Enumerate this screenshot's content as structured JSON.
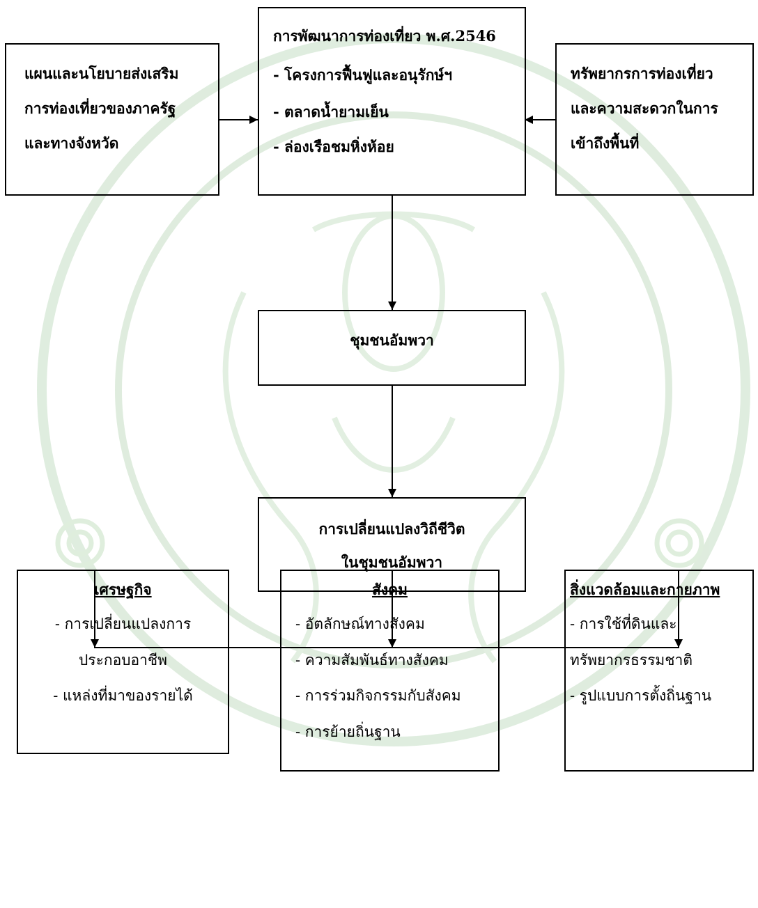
{
  "colors": {
    "stroke": "#000000",
    "watermark": "#d9ead8"
  },
  "watermark": {
    "type": "university-seal",
    "icon": "seal-watermark"
  },
  "boxes": {
    "policy": {
      "lines": [
        "แผนและนโยบายส่งเสริม",
        "การท่องเที่ยวของภาครัฐ",
        "และทางจังหวัด"
      ]
    },
    "development": {
      "lines": [
        "การพัฒนาการท่องเที่ยว พ.ศ.2546",
        "- โครงการฟื้นฟูและอนุรักษ์ฯ",
        "- ตลาดน้ำยามเย็น",
        "- ล่องเรือชมหิ่งห้อย"
      ]
    },
    "resources": {
      "lines": [
        "ทรัพยากรการท่องเที่ยว",
        "และความสะดวกในการ",
        "เข้าถึงพื้นที่"
      ]
    },
    "community": {
      "lines": [
        "ชุมชนอัมพวา"
      ]
    },
    "change": {
      "lines": [
        "การเปลี่ยนแปลงวิถีชีวิต",
        "ในชุมชนอัมพวา"
      ]
    },
    "economy": {
      "title": "เศรษฐกิจ",
      "lines": [
        "- การเปลี่ยนแปลงการ",
        "ประกอบอาชีพ",
        "- แหล่งที่มาของรายได้"
      ]
    },
    "society": {
      "title": "สังคม",
      "lines": [
        "- อัตลักษณ์ทางสังคม",
        "- ความสัมพันธ์ทางสังคม",
        "- การร่วมกิจกรรมกับสังคม",
        "- การย้ายถิ่นฐาน"
      ]
    },
    "environment": {
      "title": "สิ่งแวดล้อมและกายภาพ",
      "lines": [
        "- การใช้ที่ดินและ",
        "ทรัพยากรธรรมชาติ",
        "- รูปแบบการตั้งถิ่นฐาน"
      ]
    }
  }
}
